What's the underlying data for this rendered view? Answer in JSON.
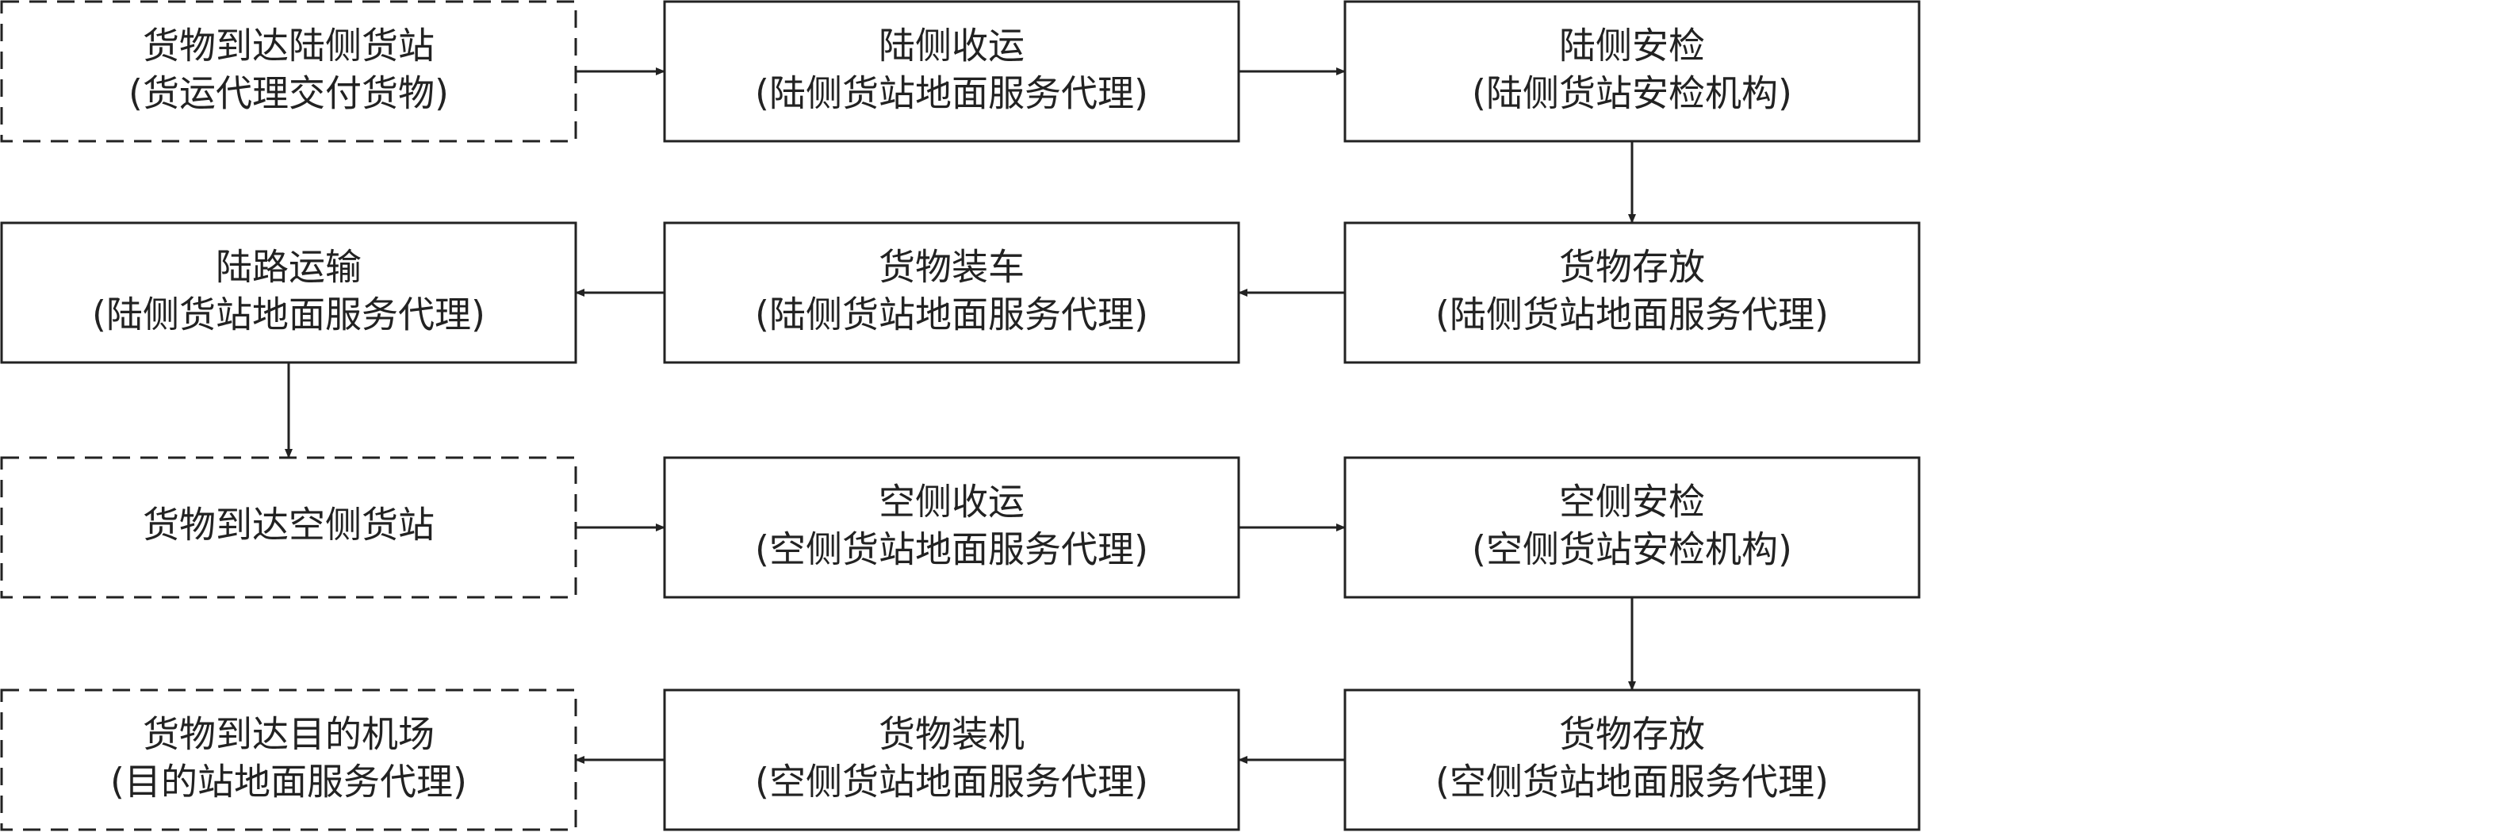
{
  "colors": {
    "stroke": "#222222",
    "text": "#222222",
    "background": "#ffffff"
  },
  "nodes": [
    {
      "id": "n1",
      "style": "dashed",
      "line1": "货物到达陆侧货站",
      "line2": "(货运代理交付货物)"
    },
    {
      "id": "n2",
      "style": "solid",
      "line1": "陆侧收运",
      "line2": "(陆侧货站地面服务代理)"
    },
    {
      "id": "n3",
      "style": "solid",
      "line1": "陆侧安检",
      "line2": "(陆侧货站安检机构)"
    },
    {
      "id": "n4",
      "style": "solid",
      "line1": "陆路运输",
      "line2": "(陆侧货站地面服务代理)"
    },
    {
      "id": "n5",
      "style": "solid",
      "line1": "货物装车",
      "line2": "(陆侧货站地面服务代理)"
    },
    {
      "id": "n6",
      "style": "solid",
      "line1": "货物存放",
      "line2": "(陆侧货站地面服务代理)"
    },
    {
      "id": "n7",
      "style": "dashed",
      "line1": "货物到达空侧货站",
      "line2": ""
    },
    {
      "id": "n8",
      "style": "solid",
      "line1": "空侧收运",
      "line2": "(空侧货站地面服务代理)"
    },
    {
      "id": "n9",
      "style": "solid",
      "line1": "空侧安检",
      "line2": "(空侧货站安检机构)"
    },
    {
      "id": "n10",
      "style": "dashed",
      "line1": "货物到达目的机场",
      "line2": "(目的站地面服务代理)"
    },
    {
      "id": "n11",
      "style": "solid",
      "line1": "货物装机",
      "line2": "(空侧货站地面服务代理)"
    },
    {
      "id": "n12",
      "style": "solid",
      "line1": "货物存放",
      "line2": "(空侧货站地面服务代理)"
    }
  ],
  "edges": [
    {
      "from": "n1",
      "to": "n2"
    },
    {
      "from": "n2",
      "to": "n3"
    },
    {
      "from": "n3",
      "to": "n6"
    },
    {
      "from": "n6",
      "to": "n5"
    },
    {
      "from": "n5",
      "to": "n4"
    },
    {
      "from": "n4",
      "to": "n7"
    },
    {
      "from": "n7",
      "to": "n8"
    },
    {
      "from": "n8",
      "to": "n9"
    },
    {
      "from": "n9",
      "to": "n12"
    },
    {
      "from": "n12",
      "to": "n11"
    },
    {
      "from": "n11",
      "to": "n10"
    }
  ]
}
